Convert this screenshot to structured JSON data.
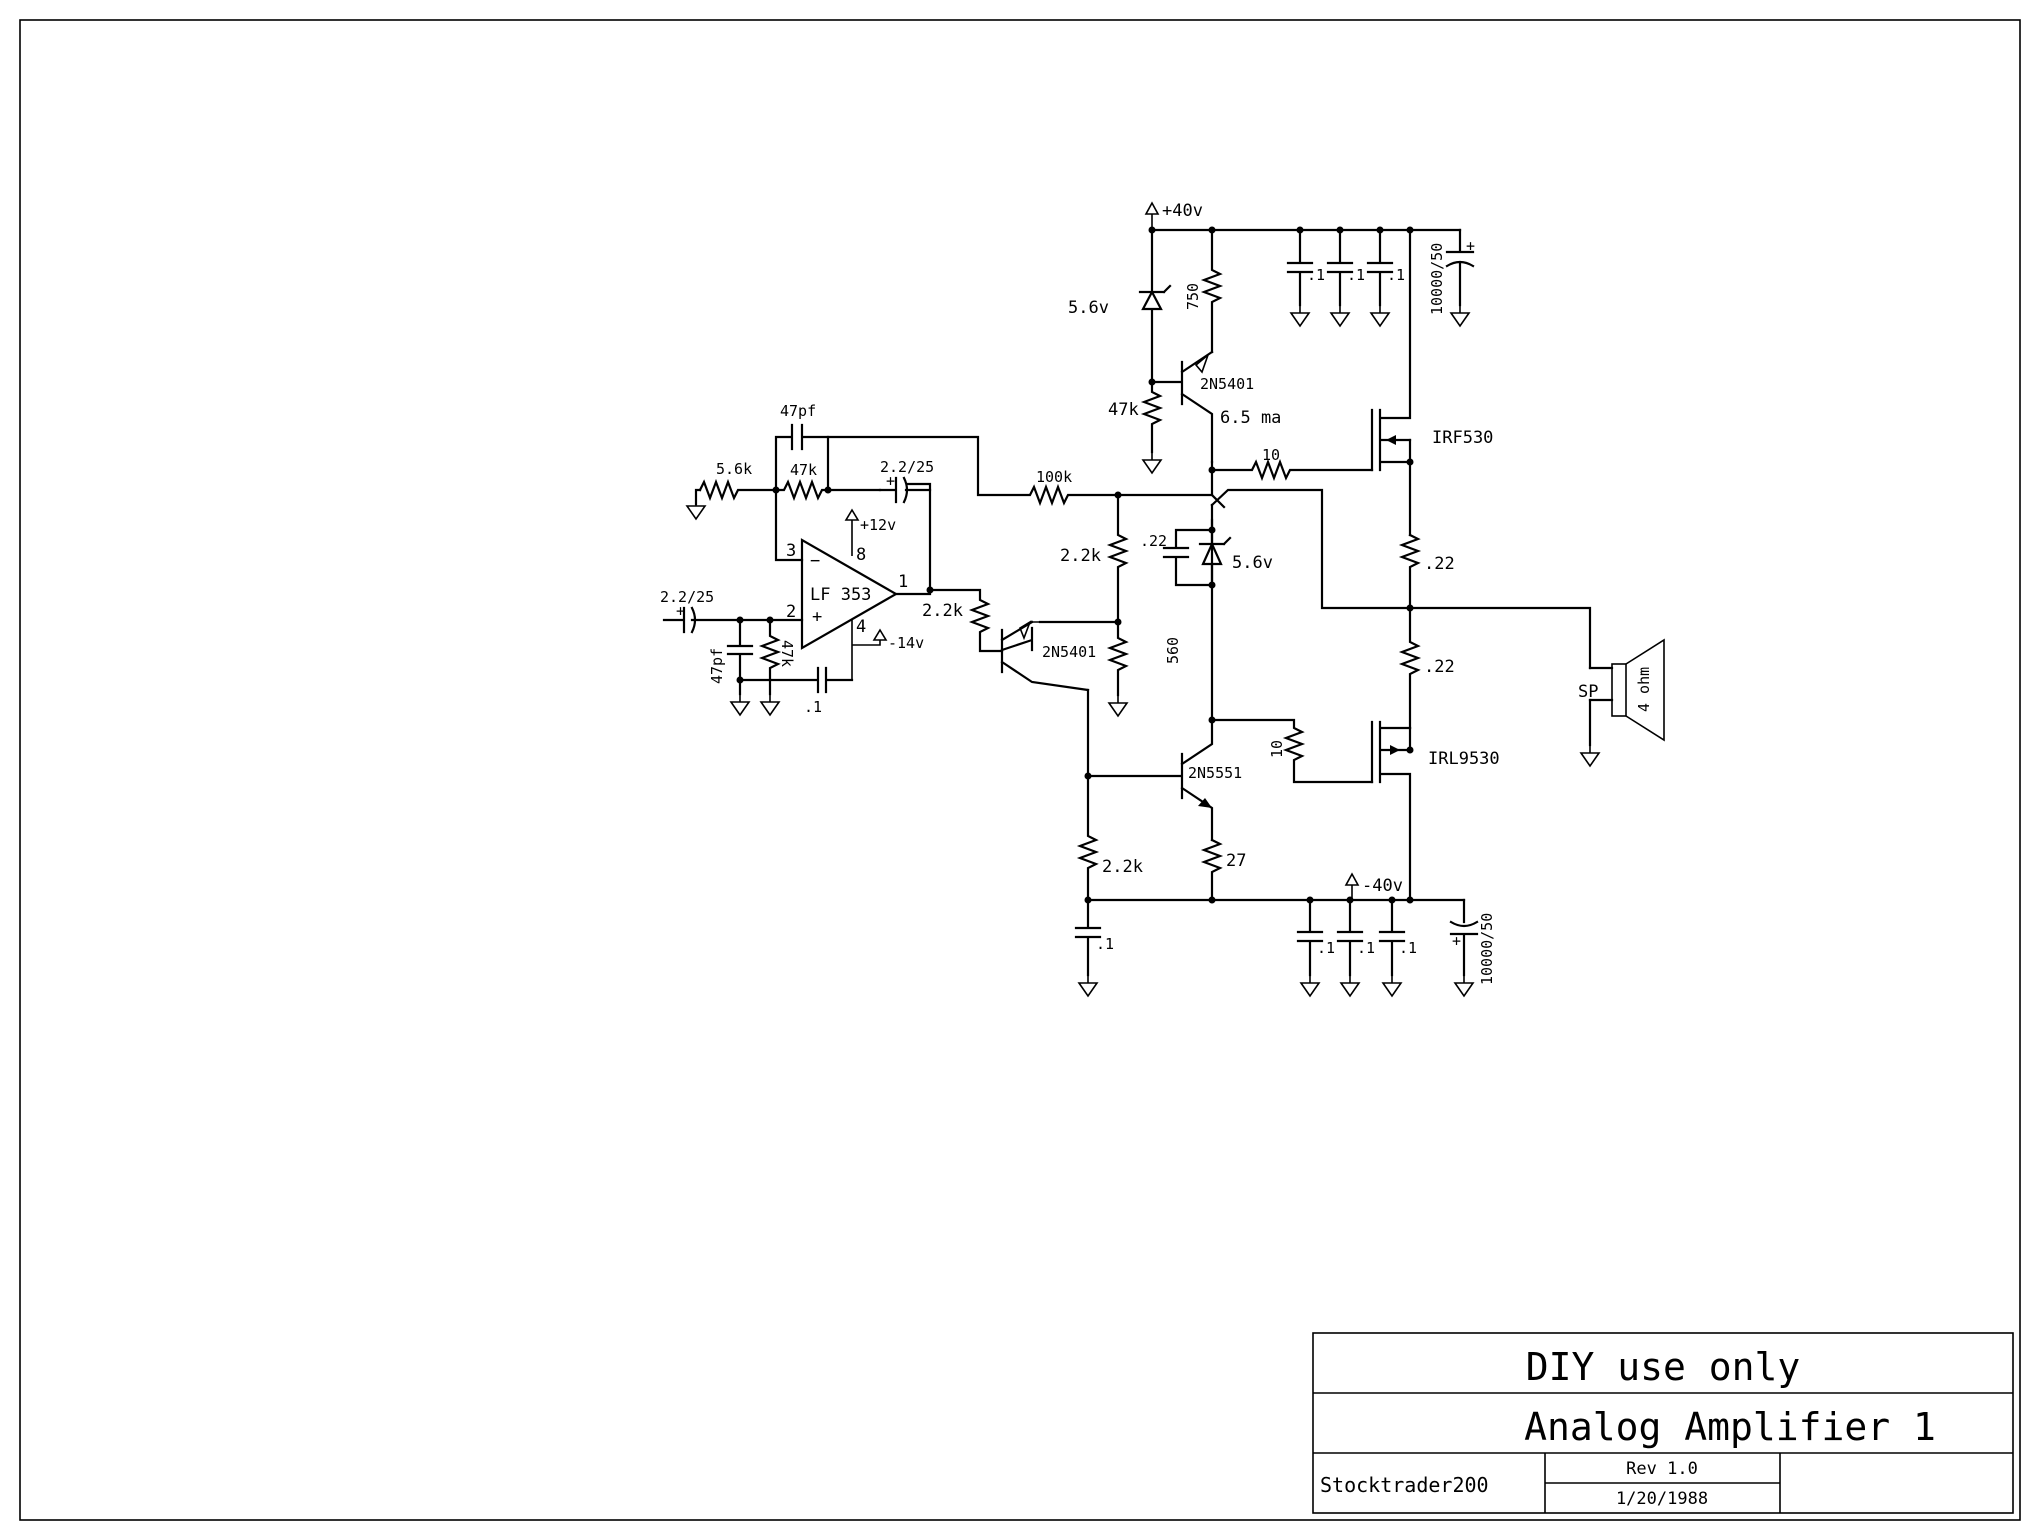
{
  "title_block": {
    "header": "DIY use only",
    "title": "Analog Amplifier 1",
    "author": "Stocktrader200",
    "revision": "Rev 1.0",
    "date": "1/20/1988"
  },
  "schematic": {
    "supplies": {
      "pos": "+40v",
      "neg": "-40v",
      "opamp_pos": "+12v",
      "opamp_neg": "-14v"
    },
    "opamp": {
      "name": "LF 353",
      "pin3": "3",
      "pin2": "2",
      "pin8": "8",
      "pin4": "4",
      "pin1": "1",
      "minus": "−",
      "plus": "+"
    },
    "labels": {
      "c_47pf_fb": "47pf",
      "r_56k": "5.6k",
      "r_47k_fb": "47k",
      "c_22_25_fb": "2.2/25",
      "c_22_25_in": "2.2/25",
      "c_47pf_in": "47pf",
      "r_47k_in": "47k",
      "c_01_op": ".1",
      "r_22k_base": "2.2k",
      "r_100k": "100k",
      "r_22k_vbe": "2.2k",
      "c_022": ".22",
      "z_56v_mid": "5.6v",
      "r_560": "560",
      "z_56v_top": "5.6v",
      "r_750": "750",
      "q1": "2N5401",
      "q2": "2N5401",
      "q3": "2N5551",
      "r_47k_top": "47k",
      "current": "6.5 ma",
      "r_10_top": "10",
      "r_10_bot": "10",
      "m_top": "IRF530",
      "m_bot": "IRL9530",
      "r_022_top": ".22",
      "r_022_bot": ".22",
      "r_22k_bot": "2.2k",
      "r_27": "27",
      "c_01_bot": ".1",
      "c_top_1": ".1",
      "c_top_2": ".1",
      "c_top_3": ".1",
      "c_bulk_top": "10000/50",
      "c_bot_1": ".1",
      "c_bot_2": ".1",
      "c_bot_3": ".1",
      "c_bulk_bot": "10000/50",
      "speaker_ref": "SP",
      "speaker_imp": "4 ohm"
    }
  }
}
